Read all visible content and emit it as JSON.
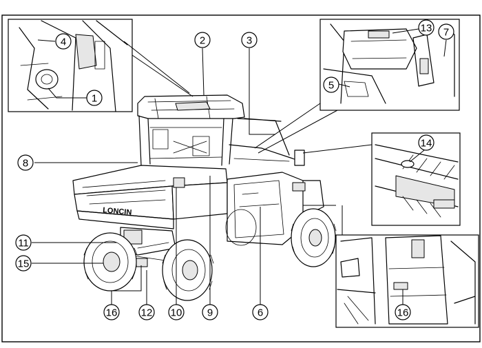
{
  "diagram": {
    "brand_text": "LONCIN",
    "callouts": [
      {
        "id": "1",
        "label": "1"
      },
      {
        "id": "2",
        "label": "2"
      },
      {
        "id": "3",
        "label": "3"
      },
      {
        "id": "4",
        "label": "4"
      },
      {
        "id": "5",
        "label": "5"
      },
      {
        "id": "6",
        "label": "6"
      },
      {
        "id": "7",
        "label": "7"
      },
      {
        "id": "8",
        "label": "8"
      },
      {
        "id": "9",
        "label": "9"
      },
      {
        "id": "10",
        "label": "10"
      },
      {
        "id": "11",
        "label": "11"
      },
      {
        "id": "12",
        "label": "12"
      },
      {
        "id": "13",
        "label": "13"
      },
      {
        "id": "14",
        "label": "14"
      },
      {
        "id": "15",
        "label": "15"
      },
      {
        "id": "16a",
        "label": "16"
      },
      {
        "id": "16b",
        "label": "16"
      }
    ]
  }
}
